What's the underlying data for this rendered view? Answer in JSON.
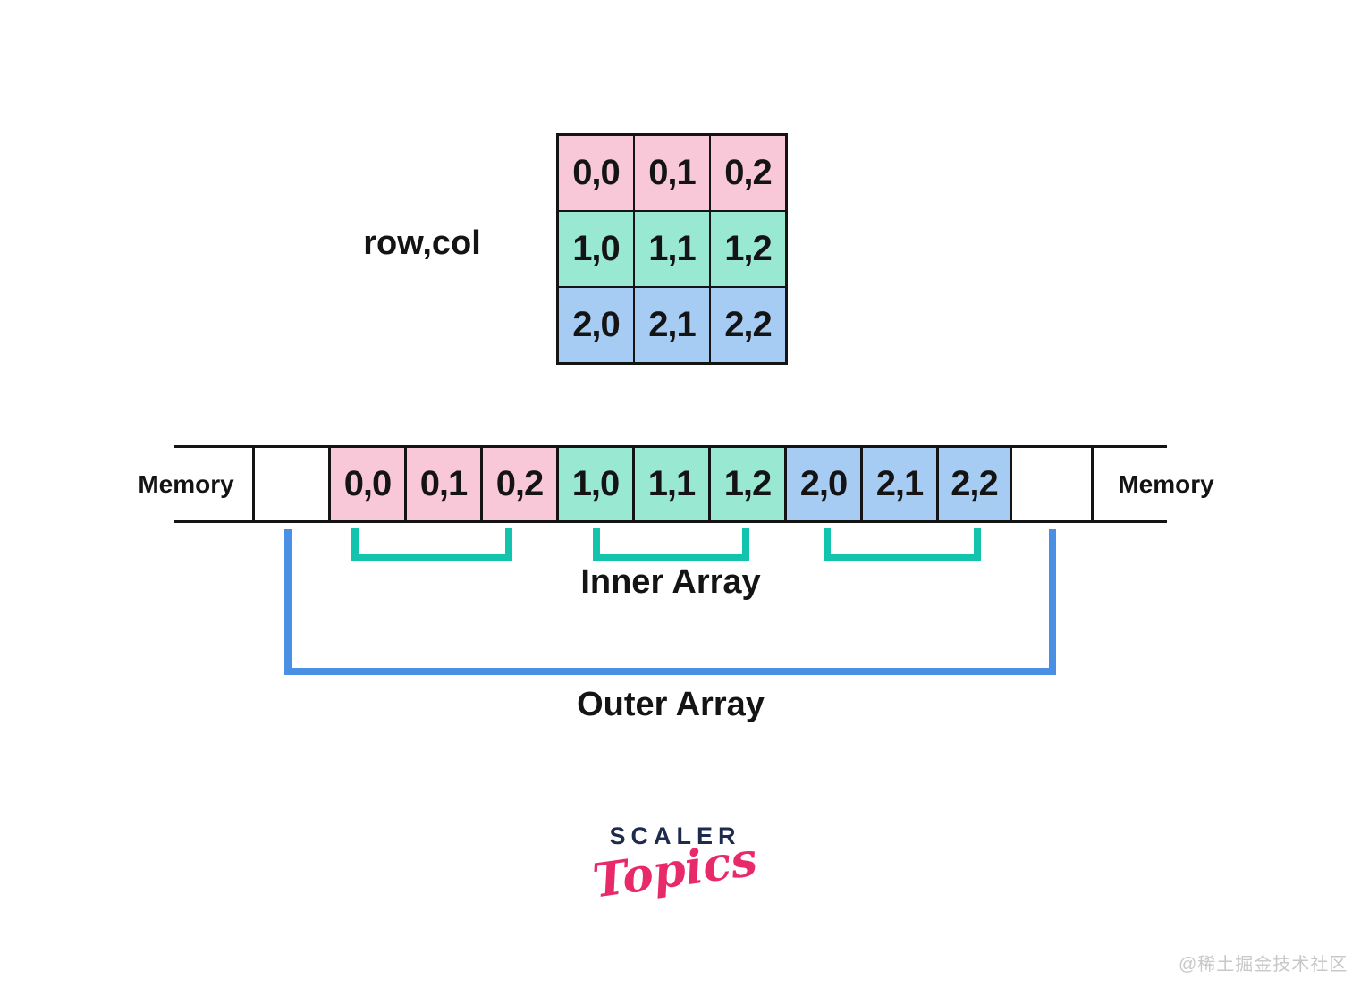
{
  "colors": {
    "row0": "#f8c7d8",
    "row1": "#99e8d2",
    "row2": "#a7ccf4",
    "line": "#141414",
    "inner_bracket": "#12c4ae",
    "outer_bracket": "#4a8fe4",
    "logo_navy": "#1f2b4d",
    "logo_pink": "#e82a6b",
    "watermark": "#c8c8c8"
  },
  "grid": {
    "label": "row,col",
    "rows": [
      {
        "color_key": "row0",
        "cells": [
          "0,0",
          "0,1",
          "0,2"
        ]
      },
      {
        "color_key": "row1",
        "cells": [
          "1,0",
          "1,1",
          "1,2"
        ]
      },
      {
        "color_key": "row2",
        "cells": [
          "2,0",
          "2,1",
          "2,2"
        ]
      }
    ]
  },
  "memory_strip": {
    "left_label": "Memory",
    "right_label": "Memory",
    "cells": [
      {
        "text": "0,0",
        "color_key": "row0"
      },
      {
        "text": "0,1",
        "color_key": "row0"
      },
      {
        "text": "0,2",
        "color_key": "row0"
      },
      {
        "text": "1,0",
        "color_key": "row1"
      },
      {
        "text": "1,1",
        "color_key": "row1"
      },
      {
        "text": "1,2",
        "color_key": "row1"
      },
      {
        "text": "2,0",
        "color_key": "row2"
      },
      {
        "text": "2,1",
        "color_key": "row2"
      },
      {
        "text": "2,2",
        "color_key": "row2"
      }
    ]
  },
  "annotations": {
    "inner_array_label": "Inner Array",
    "outer_array_label": "Outer Array"
  },
  "logo": {
    "brand": "SCALER",
    "sub": "Topics"
  },
  "watermark": "@稀土掘金技术社区"
}
